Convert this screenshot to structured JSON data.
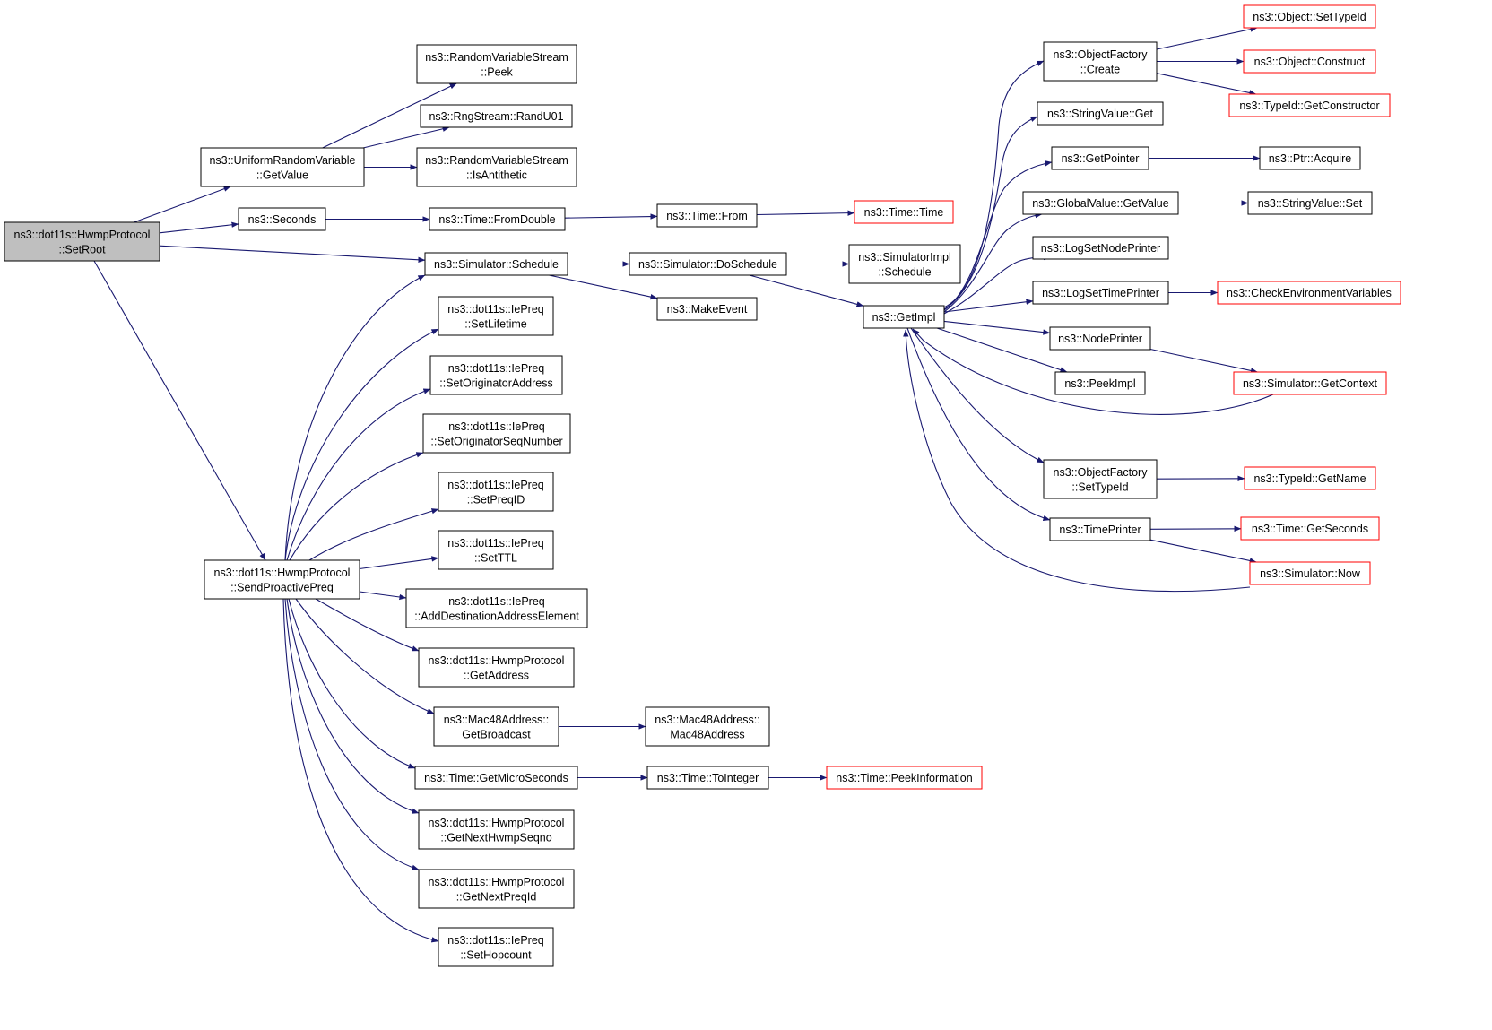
{
  "colors": {
    "edge": "#191970",
    "root_fill": "#bfbfbf",
    "node_border": "#000000",
    "truncated_border": "#ff0000"
  },
  "nodes": [
    {
      "id": "root",
      "lines": [
        "ns3::dot11s::HwmpProtocol",
        "::SetRoot"
      ],
      "style": "root"
    },
    {
      "id": "urv_getvalue",
      "lines": [
        "ns3::UniformRandomVariable",
        "::GetValue"
      ],
      "style": "normal"
    },
    {
      "id": "rvs_peek",
      "lines": [
        "ns3::RandomVariableStream",
        "::Peek"
      ],
      "style": "normal"
    },
    {
      "id": "rng_randu01",
      "lines": [
        "ns3::RngStream::RandU01"
      ],
      "style": "normal"
    },
    {
      "id": "rvs_isantithetic",
      "lines": [
        "ns3::RandomVariableStream",
        "::IsAntithetic"
      ],
      "style": "normal"
    },
    {
      "id": "seconds",
      "lines": [
        "ns3::Seconds"
      ],
      "style": "normal"
    },
    {
      "id": "time_fromdouble",
      "lines": [
        "ns3::Time::FromDouble"
      ],
      "style": "normal"
    },
    {
      "id": "time_from",
      "lines": [
        "ns3::Time::From"
      ],
      "style": "normal"
    },
    {
      "id": "time_time",
      "lines": [
        "ns3::Time::Time"
      ],
      "style": "truncated"
    },
    {
      "id": "sim_schedule",
      "lines": [
        "ns3::Simulator::Schedule"
      ],
      "style": "normal"
    },
    {
      "id": "sim_doschedule",
      "lines": [
        "ns3::Simulator::DoSchedule"
      ],
      "style": "normal"
    },
    {
      "id": "makeevent",
      "lines": [
        "ns3::MakeEvent"
      ],
      "style": "normal"
    },
    {
      "id": "simimpl_schedule",
      "lines": [
        "ns3::SimulatorImpl",
        "::Schedule"
      ],
      "style": "normal"
    },
    {
      "id": "getimpl",
      "lines": [
        "ns3::GetImpl"
      ],
      "style": "normal"
    },
    {
      "id": "ieprq_setlifetime",
      "lines": [
        "ns3::dot11s::IePreq",
        "::SetLifetime"
      ],
      "style": "normal"
    },
    {
      "id": "ieprq_setorigaddr",
      "lines": [
        "ns3::dot11s::IePreq",
        "::SetOriginatorAddress"
      ],
      "style": "normal"
    },
    {
      "id": "ieprq_setorigseq",
      "lines": [
        "ns3::dot11s::IePreq",
        "::SetOriginatorSeqNumber"
      ],
      "style": "normal"
    },
    {
      "id": "ieprq_setpreqid",
      "lines": [
        "ns3::dot11s::IePreq",
        "::SetPreqID"
      ],
      "style": "normal"
    },
    {
      "id": "ieprq_setttl",
      "lines": [
        "ns3::dot11s::IePreq",
        "::SetTTL"
      ],
      "style": "normal"
    },
    {
      "id": "sendproactivepreq",
      "lines": [
        "ns3::dot11s::HwmpProtocol",
        "::SendProactivePreq"
      ],
      "style": "normal"
    },
    {
      "id": "ieprq_adddest",
      "lines": [
        "ns3::dot11s::IePreq",
        "::AddDestinationAddressElement"
      ],
      "style": "normal"
    },
    {
      "id": "hwmp_getaddress",
      "lines": [
        "ns3::dot11s::HwmpProtocol",
        "::GetAddress"
      ],
      "style": "normal"
    },
    {
      "id": "mac48_getbroadcast",
      "lines": [
        "ns3::Mac48Address::",
        "GetBroadcast"
      ],
      "style": "normal"
    },
    {
      "id": "mac48_ctor",
      "lines": [
        "ns3::Mac48Address::",
        "Mac48Address"
      ],
      "style": "normal"
    },
    {
      "id": "time_getmicro",
      "lines": [
        "ns3::Time::GetMicroSeconds"
      ],
      "style": "normal"
    },
    {
      "id": "time_tointeger",
      "lines": [
        "ns3::Time::ToInteger"
      ],
      "style": "normal"
    },
    {
      "id": "time_peekinfo",
      "lines": [
        "ns3::Time::PeekInformation"
      ],
      "style": "truncated"
    },
    {
      "id": "hwmp_getnexthwmpseqno",
      "lines": [
        "ns3::dot11s::HwmpProtocol",
        "::GetNextHwmpSeqno"
      ],
      "style": "normal"
    },
    {
      "id": "hwmp_getnextpreqid",
      "lines": [
        "ns3::dot11s::HwmpProtocol",
        "::GetNextPreqId"
      ],
      "style": "normal"
    },
    {
      "id": "ieprq_sethopcount",
      "lines": [
        "ns3::dot11s::IePreq",
        "::SetHopcount"
      ],
      "style": "normal"
    },
    {
      "id": "objfactory_create",
      "lines": [
        "ns3::ObjectFactory",
        "::Create"
      ],
      "style": "normal"
    },
    {
      "id": "obj_settypeid",
      "lines": [
        "ns3::Object::SetTypeId"
      ],
      "style": "truncated"
    },
    {
      "id": "obj_construct",
      "lines": [
        "ns3::Object::Construct"
      ],
      "style": "truncated"
    },
    {
      "id": "typeid_getctor",
      "lines": [
        "ns3::TypeId::GetConstructor"
      ],
      "style": "truncated"
    },
    {
      "id": "stringvalue_get",
      "lines": [
        "ns3::StringValue::Get"
      ],
      "style": "normal"
    },
    {
      "id": "getpointer",
      "lines": [
        "ns3::GetPointer"
      ],
      "style": "normal"
    },
    {
      "id": "ptr_acquire",
      "lines": [
        "ns3::Ptr::Acquire"
      ],
      "style": "normal"
    },
    {
      "id": "globalvalue_getvalue",
      "lines": [
        "ns3::GlobalValue::GetValue"
      ],
      "style": "normal"
    },
    {
      "id": "stringvalue_set",
      "lines": [
        "ns3::StringValue::Set"
      ],
      "style": "normal"
    },
    {
      "id": "logsetnodeprinter",
      "lines": [
        "ns3::LogSetNodePrinter"
      ],
      "style": "normal"
    },
    {
      "id": "logsettimeprinter",
      "lines": [
        "ns3::LogSetTimePrinter"
      ],
      "style": "normal"
    },
    {
      "id": "checkenvvars",
      "lines": [
        "ns3::CheckEnvironmentVariables"
      ],
      "style": "truncated"
    },
    {
      "id": "nodeprinter",
      "lines": [
        "ns3::NodePrinter"
      ],
      "style": "normal"
    },
    {
      "id": "peekimpl",
      "lines": [
        "ns3::PeekImpl"
      ],
      "style": "normal"
    },
    {
      "id": "sim_getcontext",
      "lines": [
        "ns3::Simulator::GetContext"
      ],
      "style": "truncated"
    },
    {
      "id": "objfactory_settypeid",
      "lines": [
        "ns3::ObjectFactory",
        "::SetTypeId"
      ],
      "style": "normal"
    },
    {
      "id": "typeid_getname",
      "lines": [
        "ns3::TypeId::GetName"
      ],
      "style": "truncated"
    },
    {
      "id": "timeprinter",
      "lines": [
        "ns3::TimePrinter"
      ],
      "style": "normal"
    },
    {
      "id": "time_getseconds",
      "lines": [
        "ns3::Time::GetSeconds"
      ],
      "style": "truncated"
    },
    {
      "id": "sim_now",
      "lines": [
        "ns3::Simulator::Now"
      ],
      "style": "truncated"
    }
  ],
  "edges": [
    [
      "root",
      "urv_getvalue"
    ],
    [
      "root",
      "seconds"
    ],
    [
      "root",
      "sim_schedule"
    ],
    [
      "root",
      "sendproactivepreq"
    ],
    [
      "urv_getvalue",
      "rvs_peek"
    ],
    [
      "urv_getvalue",
      "rng_randu01"
    ],
    [
      "urv_getvalue",
      "rvs_isantithetic"
    ],
    [
      "seconds",
      "time_fromdouble"
    ],
    [
      "time_fromdouble",
      "time_from"
    ],
    [
      "time_from",
      "time_time"
    ],
    [
      "sim_schedule",
      "sim_doschedule"
    ],
    [
      "sim_schedule",
      "makeevent"
    ],
    [
      "sim_doschedule",
      "simimpl_schedule"
    ],
    [
      "sim_doschedule",
      "getimpl"
    ],
    [
      "getimpl",
      "objfactory_create"
    ],
    [
      "getimpl",
      "stringvalue_get"
    ],
    [
      "getimpl",
      "getpointer"
    ],
    [
      "getimpl",
      "globalvalue_getvalue"
    ],
    [
      "getimpl",
      "logsetnodeprinter"
    ],
    [
      "getimpl",
      "logsettimeprinter"
    ],
    [
      "getimpl",
      "nodeprinter"
    ],
    [
      "getimpl",
      "peekimpl"
    ],
    [
      "getimpl",
      "objfactory_settypeid"
    ],
    [
      "getimpl",
      "timeprinter"
    ],
    [
      "objfactory_create",
      "obj_settypeid"
    ],
    [
      "objfactory_create",
      "obj_construct"
    ],
    [
      "objfactory_create",
      "typeid_getctor"
    ],
    [
      "getpointer",
      "ptr_acquire"
    ],
    [
      "globalvalue_getvalue",
      "stringvalue_set"
    ],
    [
      "logsettimeprinter",
      "checkenvvars"
    ],
    [
      "nodeprinter",
      "sim_getcontext"
    ],
    [
      "sim_getcontext",
      "getimpl"
    ],
    [
      "objfactory_settypeid",
      "typeid_getname"
    ],
    [
      "timeprinter",
      "time_getseconds"
    ],
    [
      "timeprinter",
      "sim_now"
    ],
    [
      "sim_now",
      "getimpl"
    ],
    [
      "sendproactivepreq",
      "sim_schedule"
    ],
    [
      "sendproactivepreq",
      "ieprq_setlifetime"
    ],
    [
      "sendproactivepreq",
      "ieprq_setorigaddr"
    ],
    [
      "sendproactivepreq",
      "ieprq_setorigseq"
    ],
    [
      "sendproactivepreq",
      "ieprq_setpreqid"
    ],
    [
      "sendproactivepreq",
      "ieprq_setttl"
    ],
    [
      "sendproactivepreq",
      "ieprq_adddest"
    ],
    [
      "sendproactivepreq",
      "hwmp_getaddress"
    ],
    [
      "sendproactivepreq",
      "mac48_getbroadcast"
    ],
    [
      "sendproactivepreq",
      "time_getmicro"
    ],
    [
      "sendproactivepreq",
      "hwmp_getnexthwmpseqno"
    ],
    [
      "sendproactivepreq",
      "hwmp_getnextpreqid"
    ],
    [
      "sendproactivepreq",
      "ieprq_sethopcount"
    ],
    [
      "mac48_getbroadcast",
      "mac48_ctor"
    ],
    [
      "time_getmicro",
      "time_tointeger"
    ],
    [
      "time_tointeger",
      "time_peekinfo"
    ]
  ]
}
